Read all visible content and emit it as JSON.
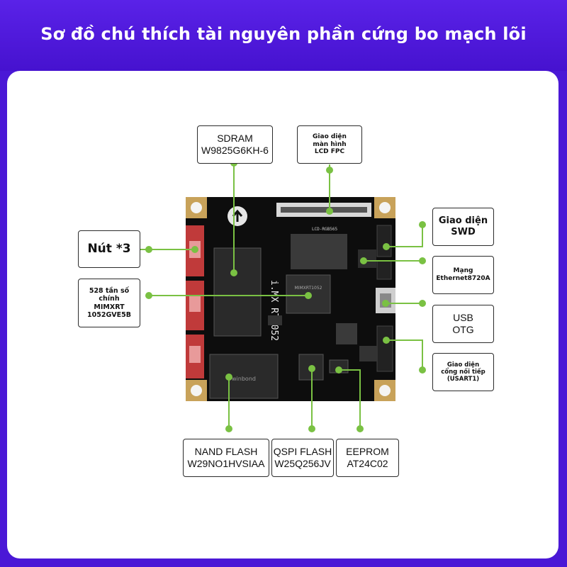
{
  "header": {
    "title": "Sơ đồ chú thích tài nguyên phần cứng bo mạch lõi"
  },
  "board": {
    "silkscreen_brand": "i.MX RT1052",
    "chip_cpu": "MIMXRT1052",
    "chip_flash_brand": "winbond",
    "lcd_label": "LCD-RGB565"
  },
  "callouts": {
    "sdram": {
      "line1": "SDRAM",
      "line2": "W9825G6KH-6"
    },
    "lcd": {
      "line1": "Giao diện",
      "line2": "màn hình",
      "line3": "LCD FPC"
    },
    "buttons": {
      "line1": "Nút *3"
    },
    "cpu": {
      "line1": "528 tần số",
      "line2": "chính",
      "line3": "MIMXRT",
      "line4": "1052GVE5B"
    },
    "swd": {
      "line1": "Giao diện",
      "line2": "SWD"
    },
    "ethernet": {
      "line1": "Mạng",
      "line2": "Ethernet8720A"
    },
    "usb": {
      "line1": "USB",
      "line2": "OTG"
    },
    "uart": {
      "line1": "Giao diện",
      "line2": "cổng nối tiếp",
      "line3": "(USART1)"
    },
    "nand": {
      "line1": "NAND FLASH",
      "line2": "W29NO1HVSIAA"
    },
    "qspi": {
      "line1": "QSPI FLASH",
      "line2": "W25Q256JV"
    },
    "eeprom": {
      "line1": "EEPROM",
      "line2": "AT24C02"
    }
  },
  "colors": {
    "banner": "#4a18d6",
    "pointer": "#7ac143",
    "board": "#111111"
  }
}
